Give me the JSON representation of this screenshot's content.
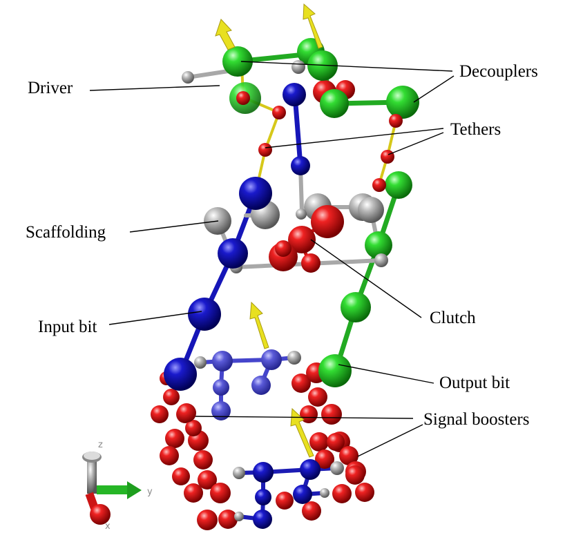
{
  "labels": {
    "driver": "Driver",
    "decouplers": "Decouplers",
    "tethers": "Tethers",
    "scaffolding": "Scaffolding",
    "clutch": "Clutch",
    "input_bit": "Input bit",
    "output_bit": "Output bit",
    "signal_boosters": "Signal boosters"
  },
  "axes": {
    "z": "z",
    "y": "y",
    "x": "x"
  },
  "colors": {
    "green": "#22bb22",
    "red": "#dd1111",
    "blue": "#1111bb",
    "gray": "#aaaaaa",
    "yellow": "#e8e020",
    "light_blue": "#5555cc"
  }
}
